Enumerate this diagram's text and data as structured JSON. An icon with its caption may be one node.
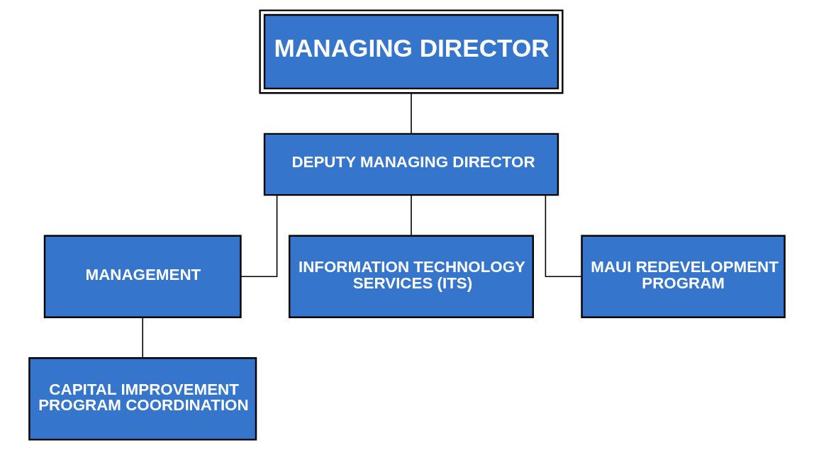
{
  "diagram": {
    "nodes": [
      {
        "text": [
          "MANAGING DIRECTOR"
        ]
      },
      {
        "text": [
          "DEPUTY MANAGING DIRECTOR"
        ]
      },
      {
        "text": [
          "MANAGEMENT"
        ]
      },
      {
        "text": [
          "INFORMATION TECHNOLOGY SERVICES (ITS)"
        ]
      },
      {
        "text": [
          "MAUI REDEVELOPMENT PROGRAM"
        ]
      },
      {
        "text": [
          "CAPITAL IMPROVEMENT PROGRAM COORDINATION"
        ]
      }
    ],
    "edges": [
      {
        "from": 0,
        "to": 1,
        "arrow": "none"
      },
      {
        "from": 1,
        "to": 2,
        "arrow": "none"
      },
      {
        "from": 1,
        "to": 3,
        "arrow": "none"
      },
      {
        "from": 1,
        "to": 4,
        "arrow": "none"
      },
      {
        "from": 2,
        "to": 5,
        "arrow": "none"
      }
    ]
  }
}
